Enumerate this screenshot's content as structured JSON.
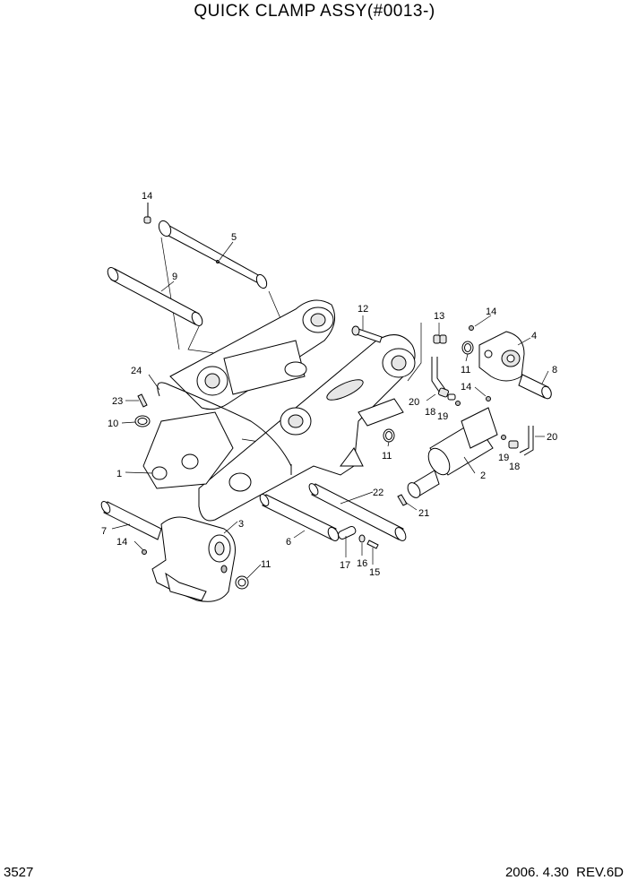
{
  "title": "QUICK CLAMP ASSY(#0013-)",
  "page_number": "3527",
  "footer_date_rev": "2006. 4.30  REV.6D",
  "part_labels": {
    "l1": "1",
    "l2": "2",
    "l3": "3",
    "l4": "4",
    "l5": "5",
    "l6": "6",
    "l7": "7",
    "l8": "8",
    "l9": "9",
    "l10": "10",
    "l11a": "11",
    "l11b": "11",
    "l11c": "11",
    "l12": "12",
    "l13": "13",
    "l14a": "14",
    "l14b": "14",
    "l14c": "14",
    "l14d": "14",
    "l15": "15",
    "l16": "16",
    "l17": "17",
    "l18a": "18",
    "l18b": "18",
    "l19a": "19",
    "l19b": "19",
    "l20a": "20",
    "l20b": "20",
    "l21": "21",
    "l22": "22",
    "l23": "23",
    "l24": "24"
  }
}
